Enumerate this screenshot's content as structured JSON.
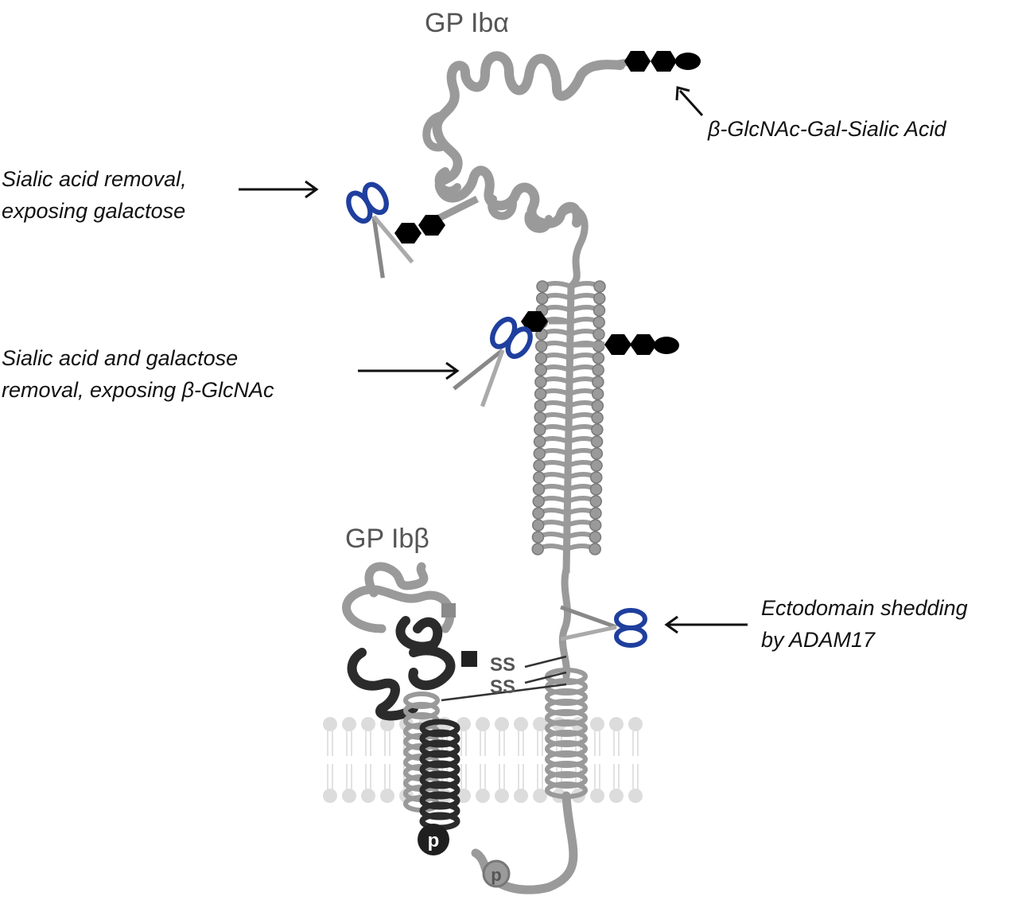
{
  "titles": {
    "gp_ib_alpha": "GP Ibα",
    "gp_ib_beta": "GP Ibβ"
  },
  "labels": {
    "glycan_chain": "β-GlcNAc-Gal-Sialic Acid",
    "sialic_removal_line1": "Sialic acid removal,",
    "sialic_removal_line2": "exposing galactose",
    "sialic_gal_removal_line1": "Sialic acid and galactose",
    "sialic_gal_removal_line2": "removal, exposing  β-GlcNAc",
    "shedding_line1": "Ectodomain shedding",
    "shedding_line2": "by ADAM17"
  },
  "disulfide_labels": [
    "SS",
    "SS"
  ],
  "phospho_labels": [
    "p",
    "p"
  ],
  "colors": {
    "protein_gray": "#9a9a9a",
    "protein_dark": "#2b2b2b",
    "glycan": "#000000",
    "scissor_blue": "#1f3f9e",
    "membrane": "#dcdcdc"
  }
}
